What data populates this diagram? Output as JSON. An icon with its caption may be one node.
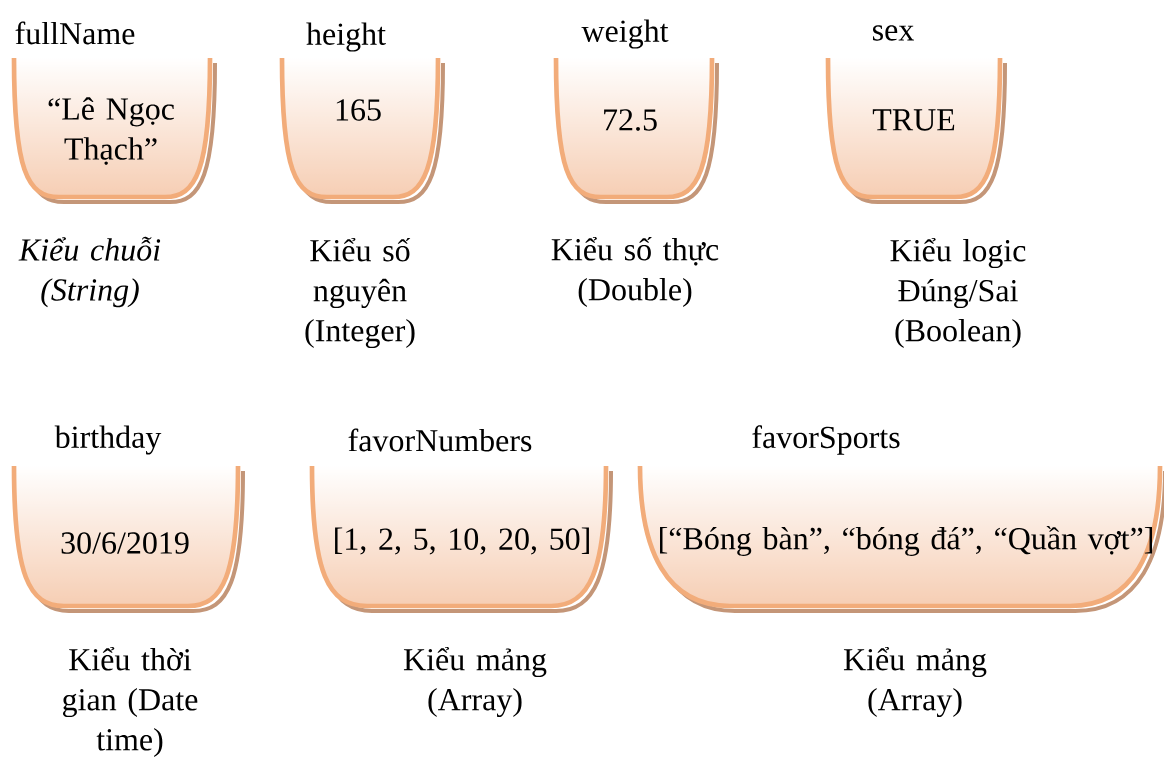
{
  "diagram": {
    "nodes": [
      {
        "text": [
          "fullName",
          "“Lê Ngọc Thạch”"
        ],
        "beside": [
          "Kiểu chuỗi (String)"
        ]
      },
      {
        "text": [
          "height",
          "165"
        ],
        "beside": [
          "Kiểu số nguyên (Integer)"
        ]
      },
      {
        "text": [
          "weight",
          "72.5"
        ],
        "beside": [
          "Kiểu số thực (Double)"
        ]
      },
      {
        "text": [
          "sex",
          "TRUE"
        ],
        "beside": [
          "Kiểu logic Đúng/Sai (Boolean)"
        ]
      },
      {
        "text": [
          "birthday",
          "30/6/2019"
        ],
        "beside": [
          "Kiểu thời gian (Date time)"
        ]
      },
      {
        "text": [
          "favorNumbers",
          "[1, 2, 5, 10, 20, 50]"
        ],
        "beside": [
          "Kiểu mảng (Array)"
        ]
      },
      {
        "text": [
          "favorSports",
          "[“Bóng bàn”, “bóng đá”, “Quần vợt”]"
        ],
        "beside": [
          "Kiểu mảng (Array)"
        ]
      }
    ]
  }
}
